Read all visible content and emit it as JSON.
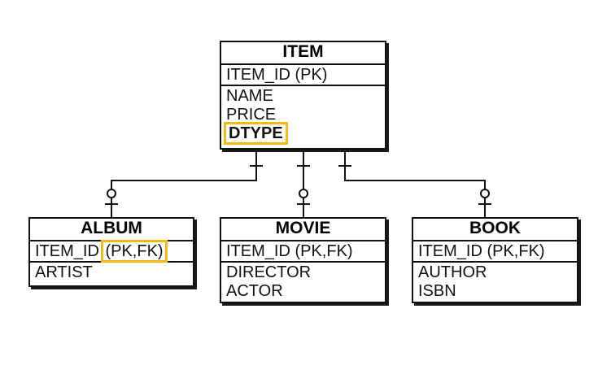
{
  "item": {
    "title": "ITEM",
    "pk": "ITEM_ID (PK)",
    "attrs": [
      "NAME",
      "PRICE",
      "DTYPE"
    ]
  },
  "album": {
    "title": "ALBUM",
    "pk_name": "ITEM_ID",
    "pk_tag": "(PK,FK)",
    "attrs": [
      "ARTIST"
    ]
  },
  "movie": {
    "title": "MOVIE",
    "pk": "ITEM_ID (PK,FK)",
    "attrs": [
      "DIRECTOR",
      "ACTOR"
    ]
  },
  "book": {
    "title": "BOOK",
    "pk": "ITEM_ID (PK,FK)",
    "attrs": [
      "AUTHOR",
      "ISBN"
    ]
  },
  "colors": {
    "highlight": "#f5b914",
    "line": "#111111"
  }
}
